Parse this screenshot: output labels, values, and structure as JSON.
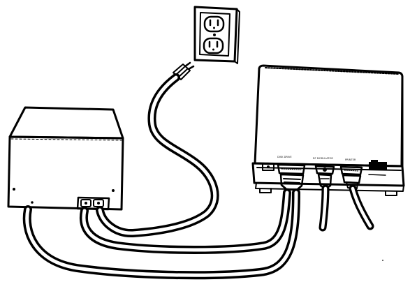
{
  "connectors": {
    "disk_drive": "DISK DRIVE",
    "rf_modulator": "RF MODULATOR",
    "printer": "PRINTER"
  },
  "colors": {
    "ink": "#000000",
    "paper": "#ffffff"
  }
}
